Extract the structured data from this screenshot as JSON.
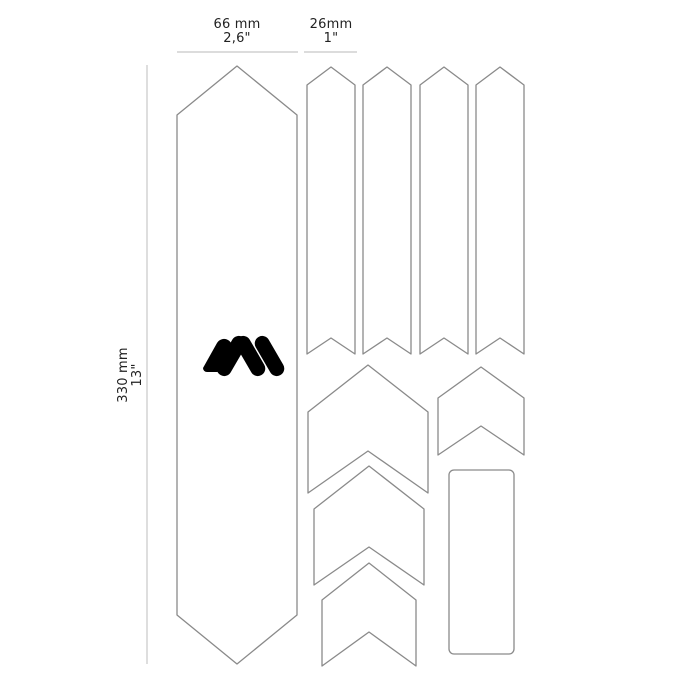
{
  "diagram": {
    "title": "Frame protection kit layout",
    "colors": {
      "background": "#ffffff",
      "piece_outline": "#8a8a8a",
      "dimension_line": "#c8c8c8",
      "logo": "#000000",
      "text": "#222222"
    },
    "dimensions": {
      "large_strip_width": {
        "metric": "66 mm",
        "imperial": "2,6\""
      },
      "narrow_strip_width": {
        "metric": "26mm",
        "imperial": "1\""
      },
      "large_strip_height": {
        "metric": "330 mm",
        "imperial": "13\""
      }
    },
    "logo": {
      "icon": "ams-three-bars-logo"
    },
    "pieces": [
      {
        "id": "large-strip",
        "shape": "hexagon-long",
        "count": 1
      },
      {
        "id": "narrow-strip",
        "shape": "pointed-top-notched-bottom",
        "count": 4
      },
      {
        "id": "chevron-large",
        "shape": "chevron",
        "count": 1
      },
      {
        "id": "chevron-medium",
        "shape": "chevron",
        "count": 1
      },
      {
        "id": "chevron-small",
        "shape": "chevron",
        "count": 2
      },
      {
        "id": "rectangle",
        "shape": "rounded-rectangle",
        "count": 1
      }
    ]
  }
}
